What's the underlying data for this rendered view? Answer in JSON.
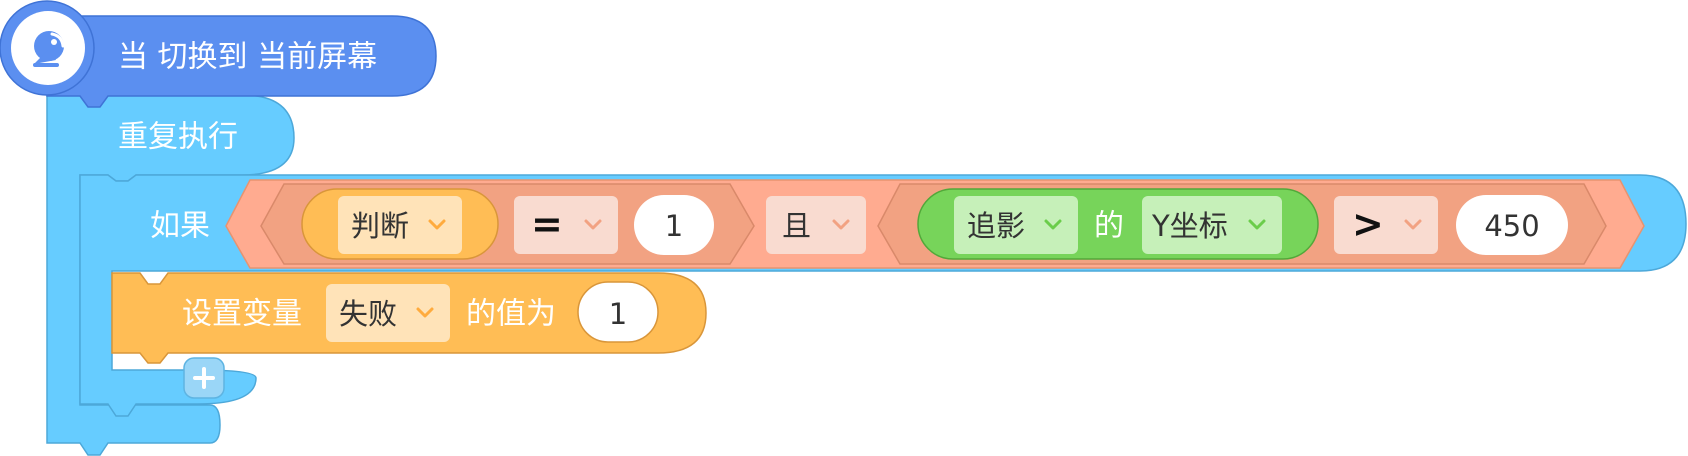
{
  "colors": {
    "event": "#5b8ff0",
    "control": "#66ccff",
    "operator": "#ffab90",
    "operator_inner": "#f2a282",
    "variable": "#ffbd55",
    "sensing": "#77d45a",
    "dropdown_orange": "#ffe3b8",
    "dropdown_peach": "#f9dbd0",
    "dropdown_green": "#c6f0b9"
  },
  "event_block": {
    "icon": "satellite-dish-icon",
    "label": "当 切换到 当前屏幕"
  },
  "repeat_block": {
    "label": "重复执行"
  },
  "if_block": {
    "label": "如果",
    "condition": {
      "left": {
        "variable_dropdown": "判断",
        "operator": "=",
        "value": "1"
      },
      "logic_dropdown": "且",
      "right": {
        "sprite_dropdown": "追影",
        "of_label": "的",
        "property_dropdown": "Y坐标",
        "operator": ">",
        "value": "450"
      }
    }
  },
  "set_variable_block": {
    "label": "设置变量",
    "variable_dropdown": "失败",
    "to_label": "的值为",
    "value": "1"
  },
  "add_button": {
    "icon": "plus-icon"
  }
}
